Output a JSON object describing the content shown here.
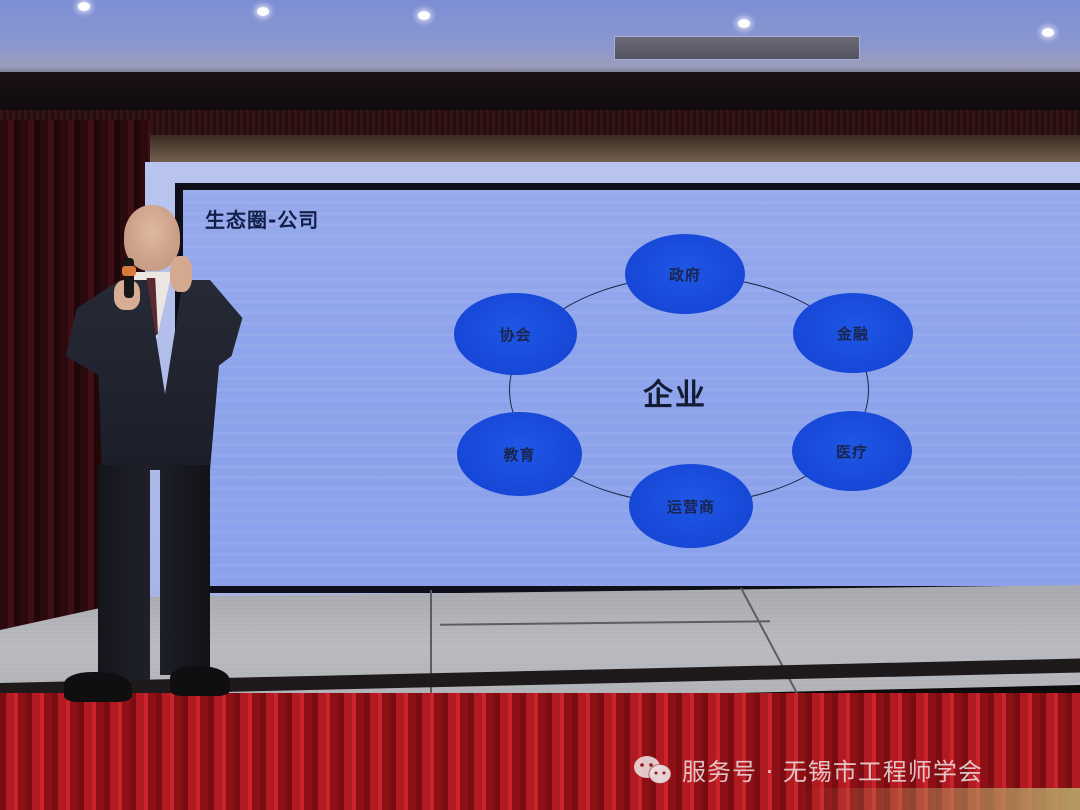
{
  "scene": {
    "description": "Presenter on stage in front of an LED screen showing an ecosystem diagram",
    "colors": {
      "slide_bg": "#8ea4ec",
      "node_fill": "#1747d6",
      "text_dark": "#12204a",
      "skirt_red": "#b01a20",
      "stage_gray": "#b0b1b6"
    }
  },
  "slide": {
    "title": "生态圈-公司",
    "center_label": "企业",
    "nodes": [
      {
        "label": "政府"
      },
      {
        "label": "金融"
      },
      {
        "label": "医疗"
      },
      {
        "label": "运营商"
      },
      {
        "label": "教育"
      },
      {
        "label": "协会"
      }
    ]
  },
  "watermark": {
    "icon": "wechat-icon",
    "text": "服务号 · 无锡市工程师学会"
  }
}
